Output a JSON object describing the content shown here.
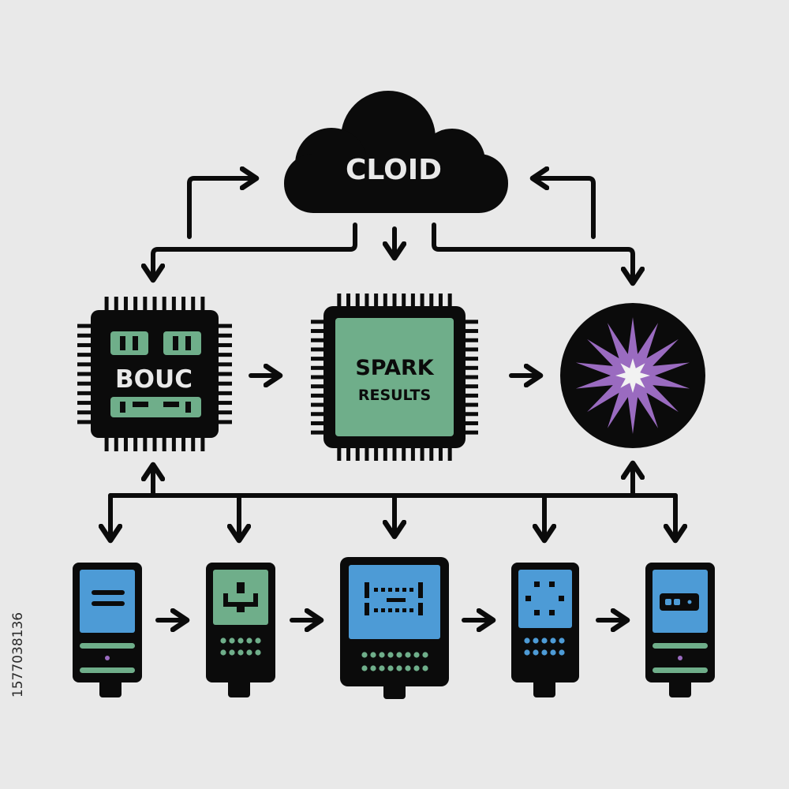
{
  "cloud": {
    "label": "CLOID"
  },
  "chip_left": {
    "label": "BOUC"
  },
  "chip_center": {
    "line1": "SPARK",
    "line2": "RESULTS"
  },
  "side_id": "1577038136",
  "colors": {
    "background": "#e9e9e9",
    "ink": "#0b0b0b",
    "green": "#6fae8a",
    "blue": "#4d9bd6",
    "purple": "#9a6bc0",
    "cloud_text": "#e9e9e9"
  },
  "icons": {
    "cloud": "cloud-icon",
    "chip_left": "processor-chip-icon",
    "chip_center": "processor-chip-icon",
    "burst": "star-burst-icon",
    "devices": "server-device-icon"
  }
}
